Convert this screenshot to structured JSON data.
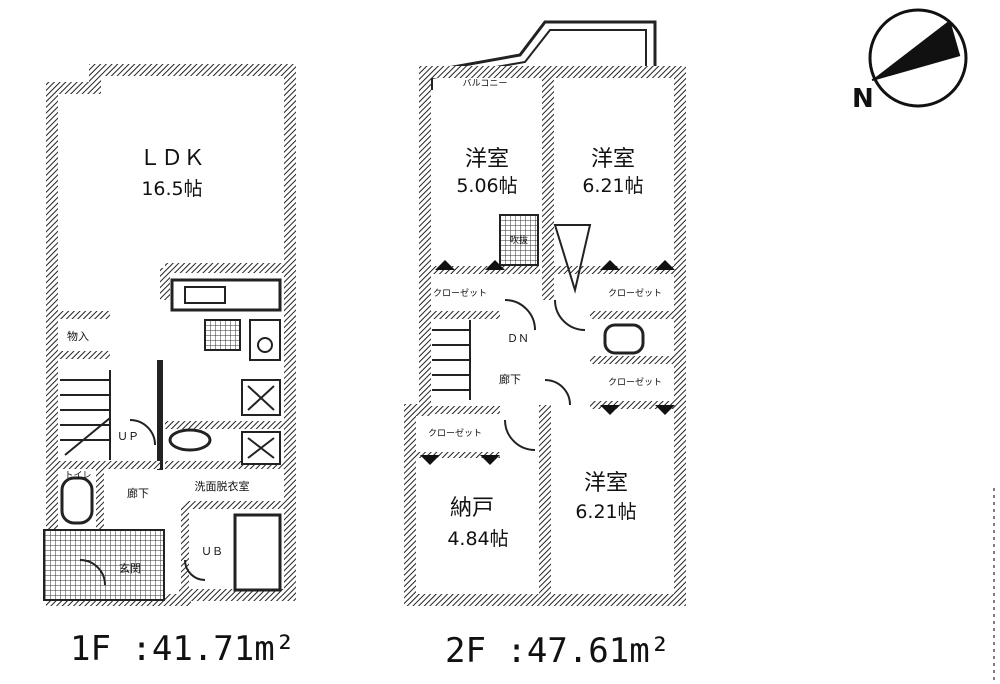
{
  "floor1": {
    "ldk_name": "ＬＤＫ",
    "ldk_size": "16.5帖",
    "closet_in": "物入",
    "up": "ＵＰ",
    "toilet": "トイレ",
    "hallway": "廊下",
    "washroom": "洗面脱衣室",
    "bath": "ＵＢ",
    "entrance": "玄関",
    "area": "1F :41.71m²"
  },
  "floor2": {
    "balcony": "バルコニー",
    "room1_name": "洋室",
    "room1_size": "5.06帖",
    "room2_name": "洋室",
    "room2_size": "6.21帖",
    "storage_box": "吹抜",
    "closet_a": "クローゼット",
    "closet_b": "クローゼット",
    "closet_c": "クローゼット",
    "closet_d": "クローゼット",
    "down": "ＤＮ",
    "hallway": "廊下",
    "nando_name": "納戸",
    "nando_size": "4.84帖",
    "room3_name": "洋室",
    "room3_size": "6.21帖",
    "area": "2F :47.61m²"
  },
  "compass": {
    "label": "N"
  }
}
